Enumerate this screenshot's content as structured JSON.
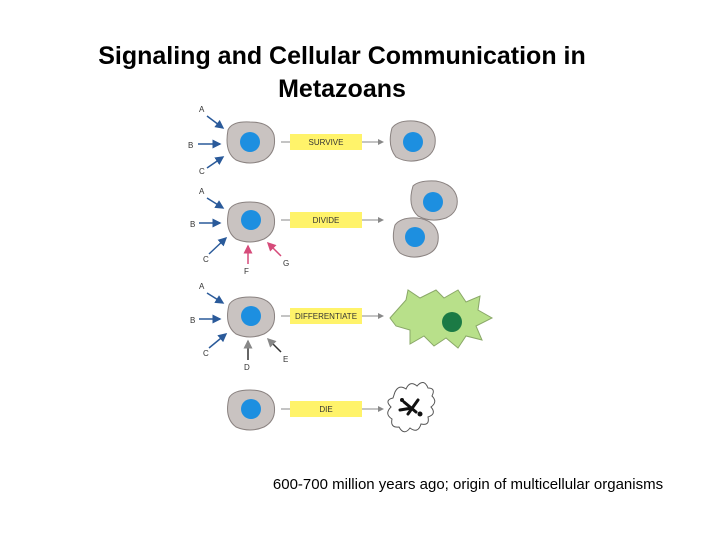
{
  "title": {
    "line1": "Signaling and Cellular Communication in",
    "line2": "Metazoans"
  },
  "caption": "600-700 million years ago; origin of multicellular organisms",
  "rows": [
    {
      "label": "SURVIVE",
      "signals": [
        "A",
        "B",
        "C"
      ]
    },
    {
      "label": "DIVIDE",
      "signals": [
        "A",
        "B",
        "C",
        "F",
        "G"
      ]
    },
    {
      "label": "DIFFERENTIATE",
      "signals": [
        "A",
        "B",
        "C",
        "D",
        "E"
      ]
    },
    {
      "label": "DIE",
      "signals": []
    }
  ],
  "colors": {
    "cell_body": "#c9c3c1",
    "cell_outline": "#8a8280",
    "nucleus": "#1d8fe0",
    "label_box": "#fff36a",
    "arrow_blue": "#2a5a9a",
    "arrow_pink": "#d64b7a",
    "differentiated_cell": "#b8e08a",
    "differentiated_nucleus": "#1b7a45"
  }
}
